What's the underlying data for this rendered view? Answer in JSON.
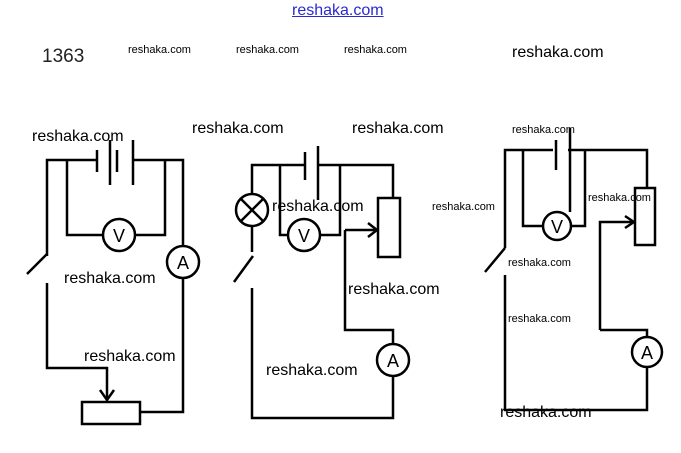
{
  "header": {
    "site": "reshaka.com"
  },
  "problem_number": "1363",
  "watermark": "reshaka.com",
  "symbols": {
    "voltmeter": "V",
    "ammeter": "A"
  }
}
